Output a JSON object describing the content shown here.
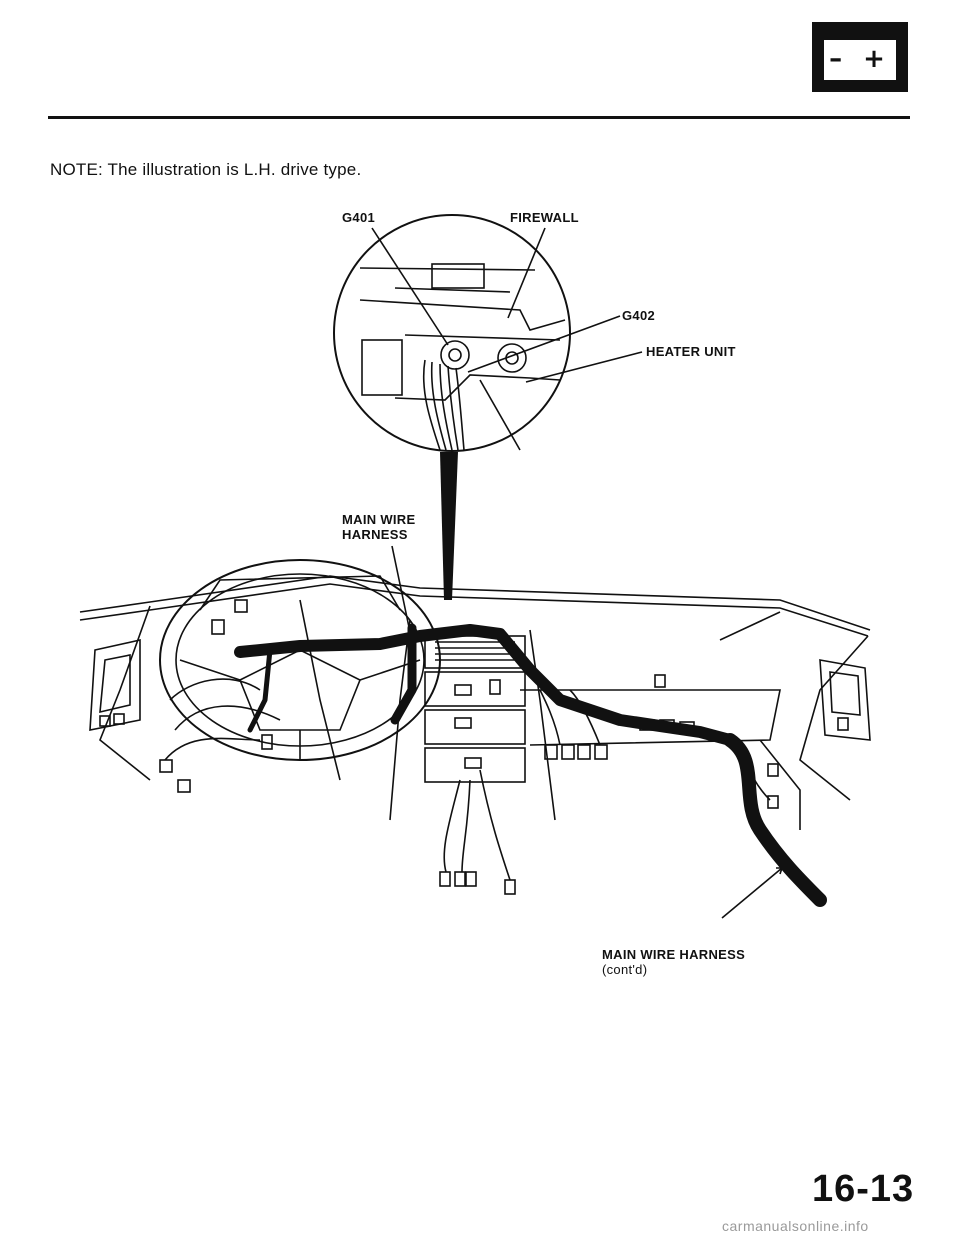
{
  "header": {
    "battery_icon": "battery-icon"
  },
  "note": "NOTE:  The illustration is L.H. drive type.",
  "labels": {
    "g401": "G401",
    "firewall": "FIREWALL",
    "g402": "G402",
    "heater_unit": "HEATER UNIT",
    "main_wire_harness": "MAIN WIRE\nHARNESS",
    "main_wire_harness_contd": "MAIN WIRE HARNESS",
    "contd": "(cont'd)"
  },
  "page_number": "16-13",
  "watermark": "carmanualsonline.info"
}
